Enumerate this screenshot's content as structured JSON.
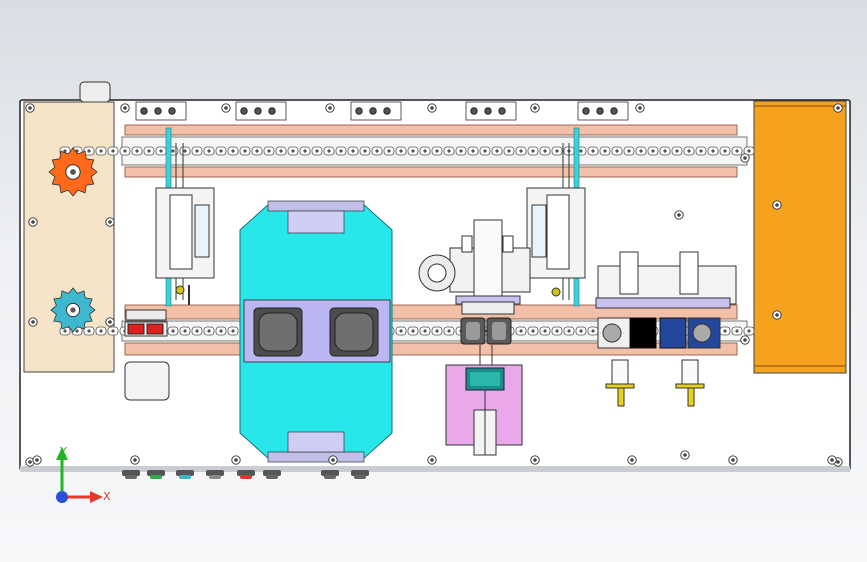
{
  "view": {
    "type": "CAD top view of conveyor assembly machine",
    "background_gradient": [
      "#d9dde3",
      "#f7f8fa"
    ]
  },
  "colors": {
    "base_plate": "#ffffff",
    "outline": "#222222",
    "rail": "#f2c0a8",
    "chain": "#9a9a9a",
    "left_guard": "#f6e4c8",
    "right_guard": "#f6a21e",
    "sprocket_top": "#ff6a1a",
    "sprocket_bottom": "#3eb8cf",
    "fixture_table": "#29e6ea",
    "fixture_center": "#b9b6f2",
    "fixture_pocket": "#6f6f6f",
    "cyan_post": "#3fd0d8",
    "press_block": "#e8a8ea",
    "clamp_red": "#e0201c",
    "tool_yellow": "#e9d21a",
    "motor_blue": "#23479a",
    "axis_y": "#23b523",
    "axis_x": "#e23a2e",
    "axis_z": "#2a4fd8"
  },
  "axis_triad": {
    "y_label": "Y",
    "x_label": "X"
  }
}
